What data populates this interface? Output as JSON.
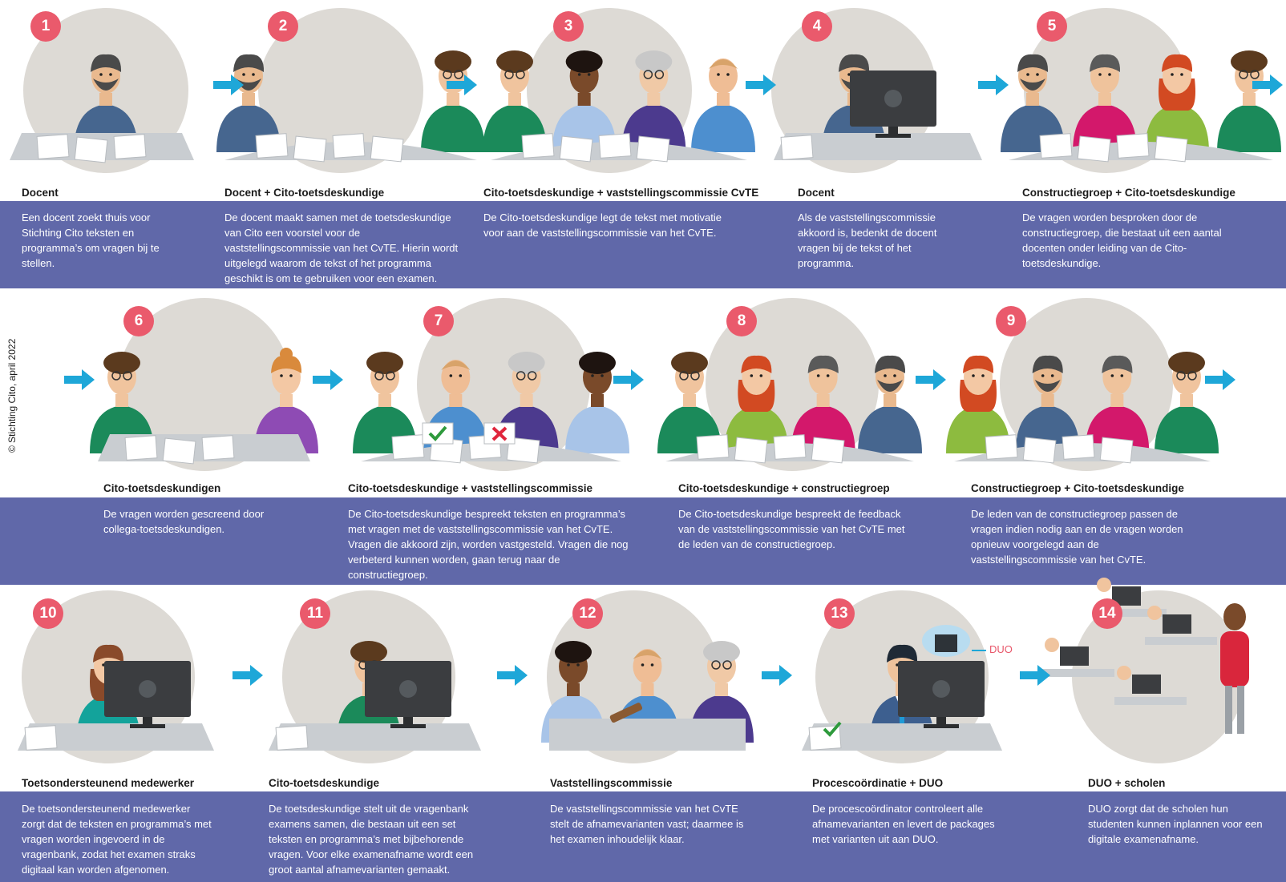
{
  "copyright": "© Stichting Cito, april 2022",
  "duo_tag": "DUO",
  "colors": {
    "band": "#6068a9",
    "badge": "#ea5a6c",
    "arrow": "#1ea7d8",
    "circle": "#dddad5",
    "table": "#c9cdd1"
  },
  "steps": [
    {
      "number": "1",
      "title": "Docent",
      "text": "Een docent zoekt thuis voor Stichting Cito teksten en programma’s om vragen bij te stellen."
    },
    {
      "number": "2",
      "title": "Docent + Cito-toetsdeskundige",
      "text": "De docent maakt samen met de toetsdeskundige van Cito een voorstel voor de vaststellingscommissie van het CvTE. Hierin wordt uitgelegd waarom de tekst of het programma geschikt is om te gebruiken voor een examen."
    },
    {
      "number": "3",
      "title": "Cito-toetsdeskundige + vaststellingscommissie CvTE",
      "text": "De Cito-toetsdeskundige legt de tekst met motivatie voor aan de vaststellingscommissie van het CvTE."
    },
    {
      "number": "4",
      "title": "Docent",
      "text": "Als de vaststellingscommissie akkoord is, bedenkt de docent vragen bij de tekst of het programma."
    },
    {
      "number": "5",
      "title": "Constructiegroep + Cito-toetsdeskundige",
      "text": "De vragen worden besproken door de constructiegroep, die bestaat uit een aantal docenten onder leiding van de Cito-toetsdeskundige."
    },
    {
      "number": "6",
      "title": "Cito-toetsdeskundigen",
      "text": "De vragen worden gescreend door collega-toetsdeskundigen."
    },
    {
      "number": "7",
      "title": "Cito-toetsdeskundige + vaststellingscommissie",
      "text": "De Cito-toetsdeskundige bespreekt teksten en programma’s met vragen met de vaststellingscommissie van het CvTE. Vragen die akkoord zijn, worden vastgesteld. Vragen die nog verbeterd kunnen worden, gaan terug naar de constructiegroep."
    },
    {
      "number": "8",
      "title": "Cito-toetsdeskundige + constructiegroep",
      "text": "De Cito-toetsdeskundige bespreekt de feedback van de vaststellingscommissie van het CvTE met de leden van de constructiegroep."
    },
    {
      "number": "9",
      "title": "Constructiegroep + Cito-toetsdeskundige",
      "text": "De leden van de constructiegroep passen de vragen indien nodig aan en de vragen worden opnieuw voorgelegd aan de vaststellingscommissie van het CvTE."
    },
    {
      "number": "10",
      "title": "Toetsondersteunend medewerker",
      "text": "De toetsondersteunend medewerker zorgt dat de teksten en programma’s met vragen worden ingevoerd in de vragenbank, zodat het examen straks digitaal kan worden afgenomen."
    },
    {
      "number": "11",
      "title": "Cito-toetsdeskundige",
      "text": "De toetsdeskundige stelt uit de vragenbank examens samen, die bestaan uit een set teksten en programma’s met bijbehorende vragen. Voor elke examenafname wordt een groot aantal afnamevarianten gemaakt."
    },
    {
      "number": "12",
      "title": "Vaststellingscommissie",
      "text": "De vaststellingscommissie van het CvTE stelt de afnamevarianten vast; daarmee is het examen inhoudelijk klaar."
    },
    {
      "number": "13",
      "title": "Procescoördinatie + DUO",
      "text": "De procescoördinator controleert alle afnamevarianten en levert de packages met varianten uit aan DUO."
    },
    {
      "number": "14",
      "title": "DUO + scholen",
      "text": "DUO zorgt dat de scholen hun studenten kunnen inplannen voor een digitale examenafname."
    }
  ]
}
